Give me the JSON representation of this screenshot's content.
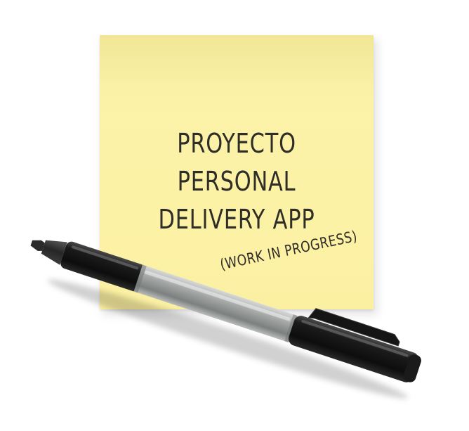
{
  "sticky_note": {
    "title_line_1": "PROYECTO PERSONAL",
    "title_line_2": "DELIVERY APP",
    "subtitle": "(WORK IN PROGRESS)"
  },
  "colors": {
    "note": "#fcf2a6",
    "ink": "#2f2d28",
    "marker_body": "#121212",
    "marker_grip": "#9a9d9c"
  }
}
